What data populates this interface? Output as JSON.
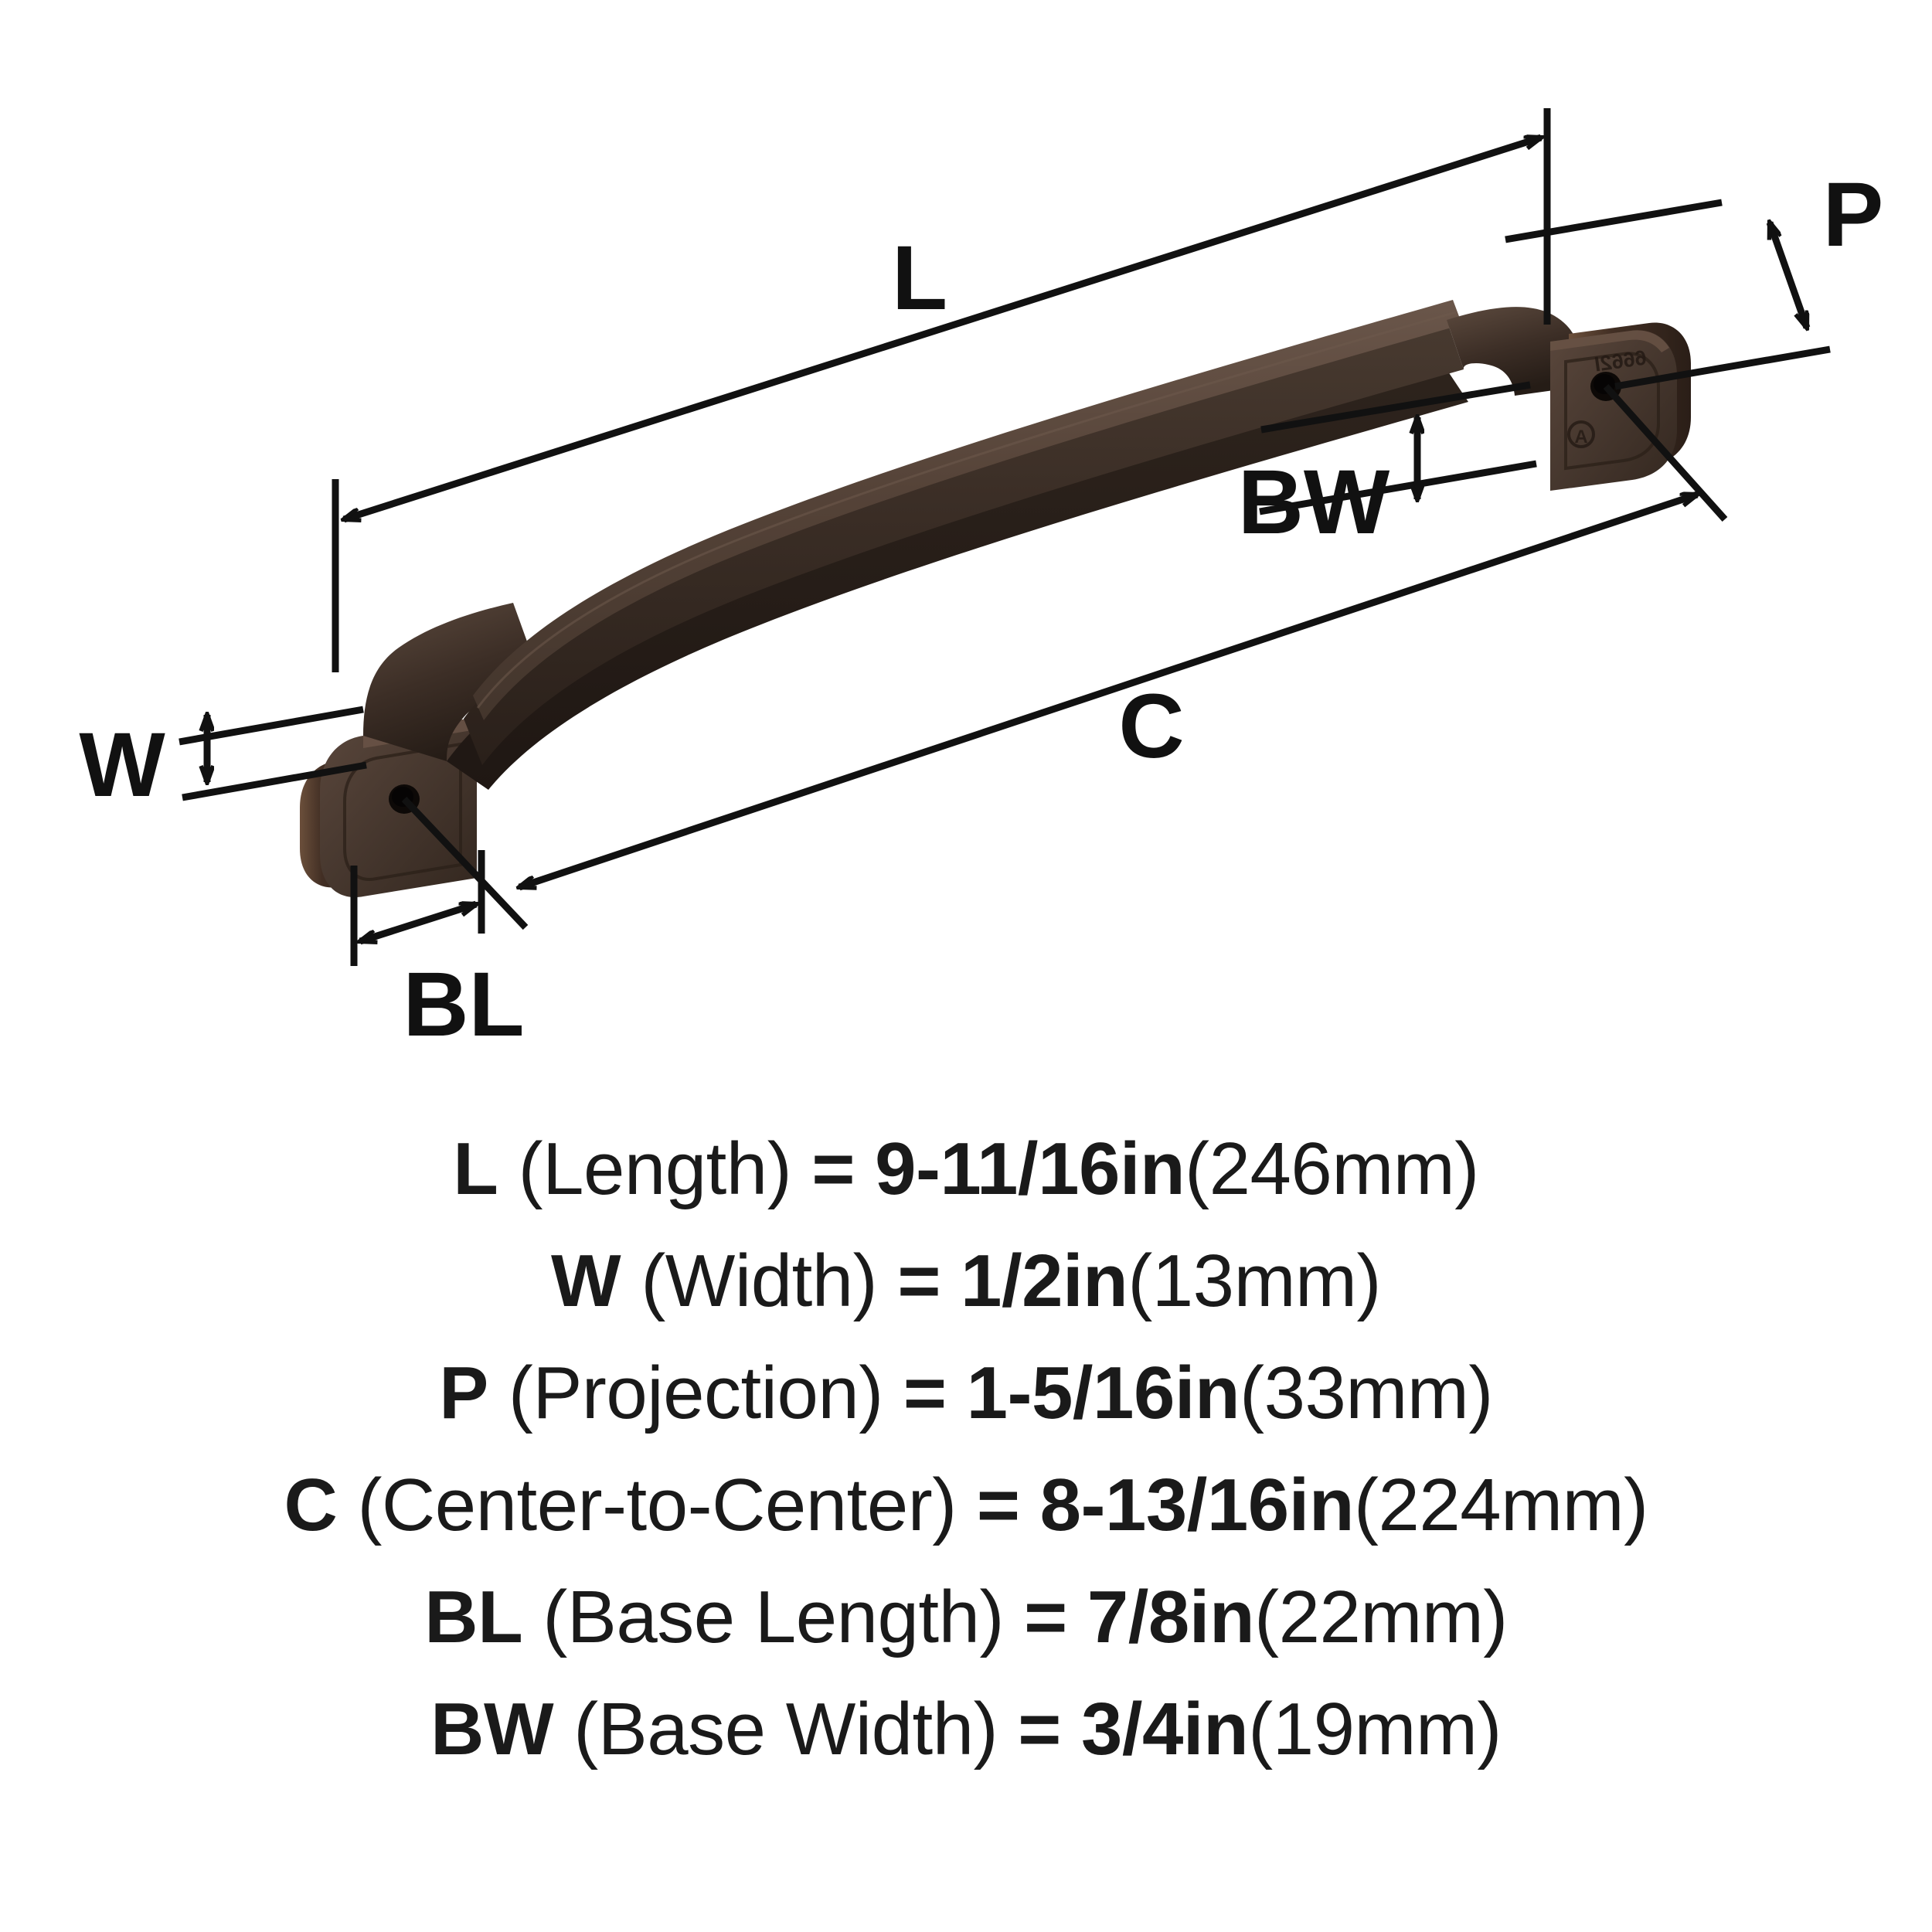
{
  "product": {
    "type": "cabinet-pull-handle",
    "finish_color": "#40332b",
    "finish_highlight": "#5b483d",
    "finish_shadow": "#2b211b",
    "post_emboss_text": "6662I",
    "post_emboss_logo": "A"
  },
  "diagram": {
    "labels": {
      "L": "L",
      "W": "W",
      "P": "P",
      "C": "C",
      "BL": "BL",
      "BW": "BW"
    }
  },
  "specs": [
    {
      "symbol": "L",
      "name": "(Length)",
      "equals": "=",
      "imperial": "9-11/16in",
      "metric": "(246mm)"
    },
    {
      "symbol": "W",
      "name": "(Width)",
      "equals": "=",
      "imperial": "1/2in",
      "metric": "(13mm)"
    },
    {
      "symbol": "P",
      "name": "(Projection)",
      "equals": "=",
      "imperial": "1-5/16in",
      "metric": "(33mm)"
    },
    {
      "symbol": "C",
      "name": "(Center-to-Center)",
      "equals": "=",
      "imperial": "8-13/16in",
      "metric": "(224mm)"
    },
    {
      "symbol": "BL",
      "name": "(Base Length)",
      "equals": "=",
      "imperial": "7/8in",
      "metric": "(22mm)"
    },
    {
      "symbol": "BW",
      "name": "(Base Width)",
      "equals": "=",
      "imperial": "3/4in",
      "metric": "(19mm)"
    }
  ]
}
